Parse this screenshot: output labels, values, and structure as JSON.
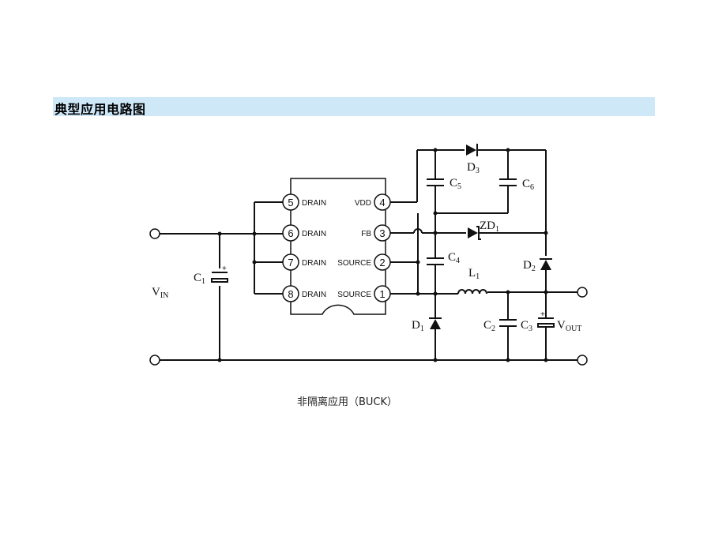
{
  "slide": {
    "title": "典型应用电路图",
    "caption": "非隔离应用（BUCK）"
  },
  "ic": {
    "pins": [
      {
        "num": "5",
        "name": "DRAIN"
      },
      {
        "num": "6",
        "name": "DRAIN"
      },
      {
        "num": "7",
        "name": "DRAIN"
      },
      {
        "num": "8",
        "name": "DRAIN"
      },
      {
        "num": "4",
        "name": "VDD"
      },
      {
        "num": "3",
        "name": "FB"
      },
      {
        "num": "2",
        "name": "SOURCE"
      },
      {
        "num": "1",
        "name": "SOURCE"
      }
    ]
  },
  "components": {
    "vin": {
      "base": "V",
      "sub": "IN"
    },
    "vout": {
      "base": "V",
      "sub": "OUT"
    },
    "c1": {
      "base": "C",
      "sub": "1"
    },
    "c2": {
      "base": "C",
      "sub": "2"
    },
    "c3": {
      "base": "C",
      "sub": "3"
    },
    "c4": {
      "base": "C",
      "sub": "4"
    },
    "c5": {
      "base": "C",
      "sub": "5"
    },
    "c6": {
      "base": "C",
      "sub": "6"
    },
    "d1": {
      "base": "D",
      "sub": "1"
    },
    "d2": {
      "base": "D",
      "sub": "2"
    },
    "d3": {
      "base": "D",
      "sub": "3"
    },
    "zd1": {
      "base": "ZD",
      "sub": "1"
    },
    "l1": {
      "base": "L",
      "sub": "1"
    }
  }
}
